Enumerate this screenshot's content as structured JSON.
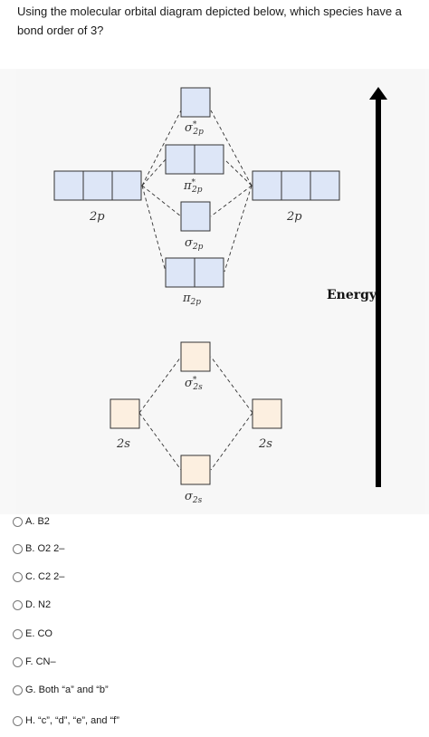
{
  "question": {
    "text": "Using the molecular orbital diagram depicted below, which species have a bond order of 3?"
  },
  "diagram": {
    "left_atomic_2p_label": "2p",
    "right_atomic_2p_label": "2p",
    "left_atomic_2s_label": "2s",
    "right_atomic_2s_label": "2s",
    "mo_labels": {
      "sigma_star_2p": {
        "base": "σ",
        "sup": "*",
        "sub": "2p"
      },
      "pi_star_2p": {
        "base": "π",
        "sup": "*",
        "sub": "2p"
      },
      "sigma_2p": {
        "base": "σ",
        "sub": "2p"
      },
      "pi_2p": {
        "base": "π",
        "sub": "2p"
      },
      "sigma_star_2s": {
        "base": "σ",
        "sup": "*",
        "sub": "2s"
      },
      "sigma_2s": {
        "base": "σ",
        "sub": "2s"
      }
    },
    "energy_label": "Energy",
    "colors": {
      "p_box_fill": "#dde6f7",
      "p_box_stroke": "#333333",
      "s_box_fill": "#fcefe0",
      "arrow": "#000000"
    }
  },
  "options": [
    {
      "label": "A. B2"
    },
    {
      "label": "B. O2 2–"
    },
    {
      "label": "C. C2 2–"
    },
    {
      "label": "D. N2"
    },
    {
      "label": "E. CO"
    },
    {
      "label": "F. CN–"
    },
    {
      "label": "G. Both “a” and “b”"
    },
    {
      "label": "H. “c”, “d”, “e”, and “f”"
    }
  ]
}
